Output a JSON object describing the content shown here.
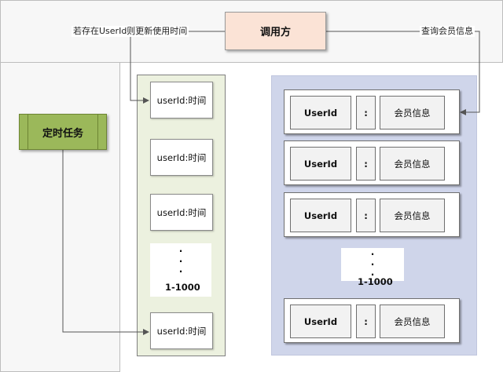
{
  "caller": {
    "label": "调用方"
  },
  "scheduled_task": {
    "label": "定时任务"
  },
  "annotations": {
    "update_time": "若存在UserId则更新使用时间",
    "query_member": "查询会员信息"
  },
  "ttl_list": {
    "items": [
      "userId:时间",
      "userId:时间",
      "userId:时间",
      "userId:时间"
    ],
    "ellipsis": [
      "·",
      "·",
      "·"
    ],
    "range": "1-1000"
  },
  "cache_list": {
    "rows": [
      {
        "key": "UserId",
        "sep": ":",
        "value": "会员信息"
      },
      {
        "key": "UserId",
        "sep": ":",
        "value": "会员信息"
      },
      {
        "key": "UserId",
        "sep": ":",
        "value": "会员信息"
      },
      {
        "key": "UserId",
        "sep": ":",
        "value": "会员信息"
      }
    ],
    "ellipsis": [
      "·",
      "·",
      "·"
    ],
    "range": "1-1000"
  },
  "colors": {
    "caller_fill": "#fbe3d6",
    "task_fill": "#9bb85a",
    "ttl_panel_fill": "#ecf1df",
    "cache_panel_fill": "#cfd5ea",
    "arrow": "#555555"
  }
}
